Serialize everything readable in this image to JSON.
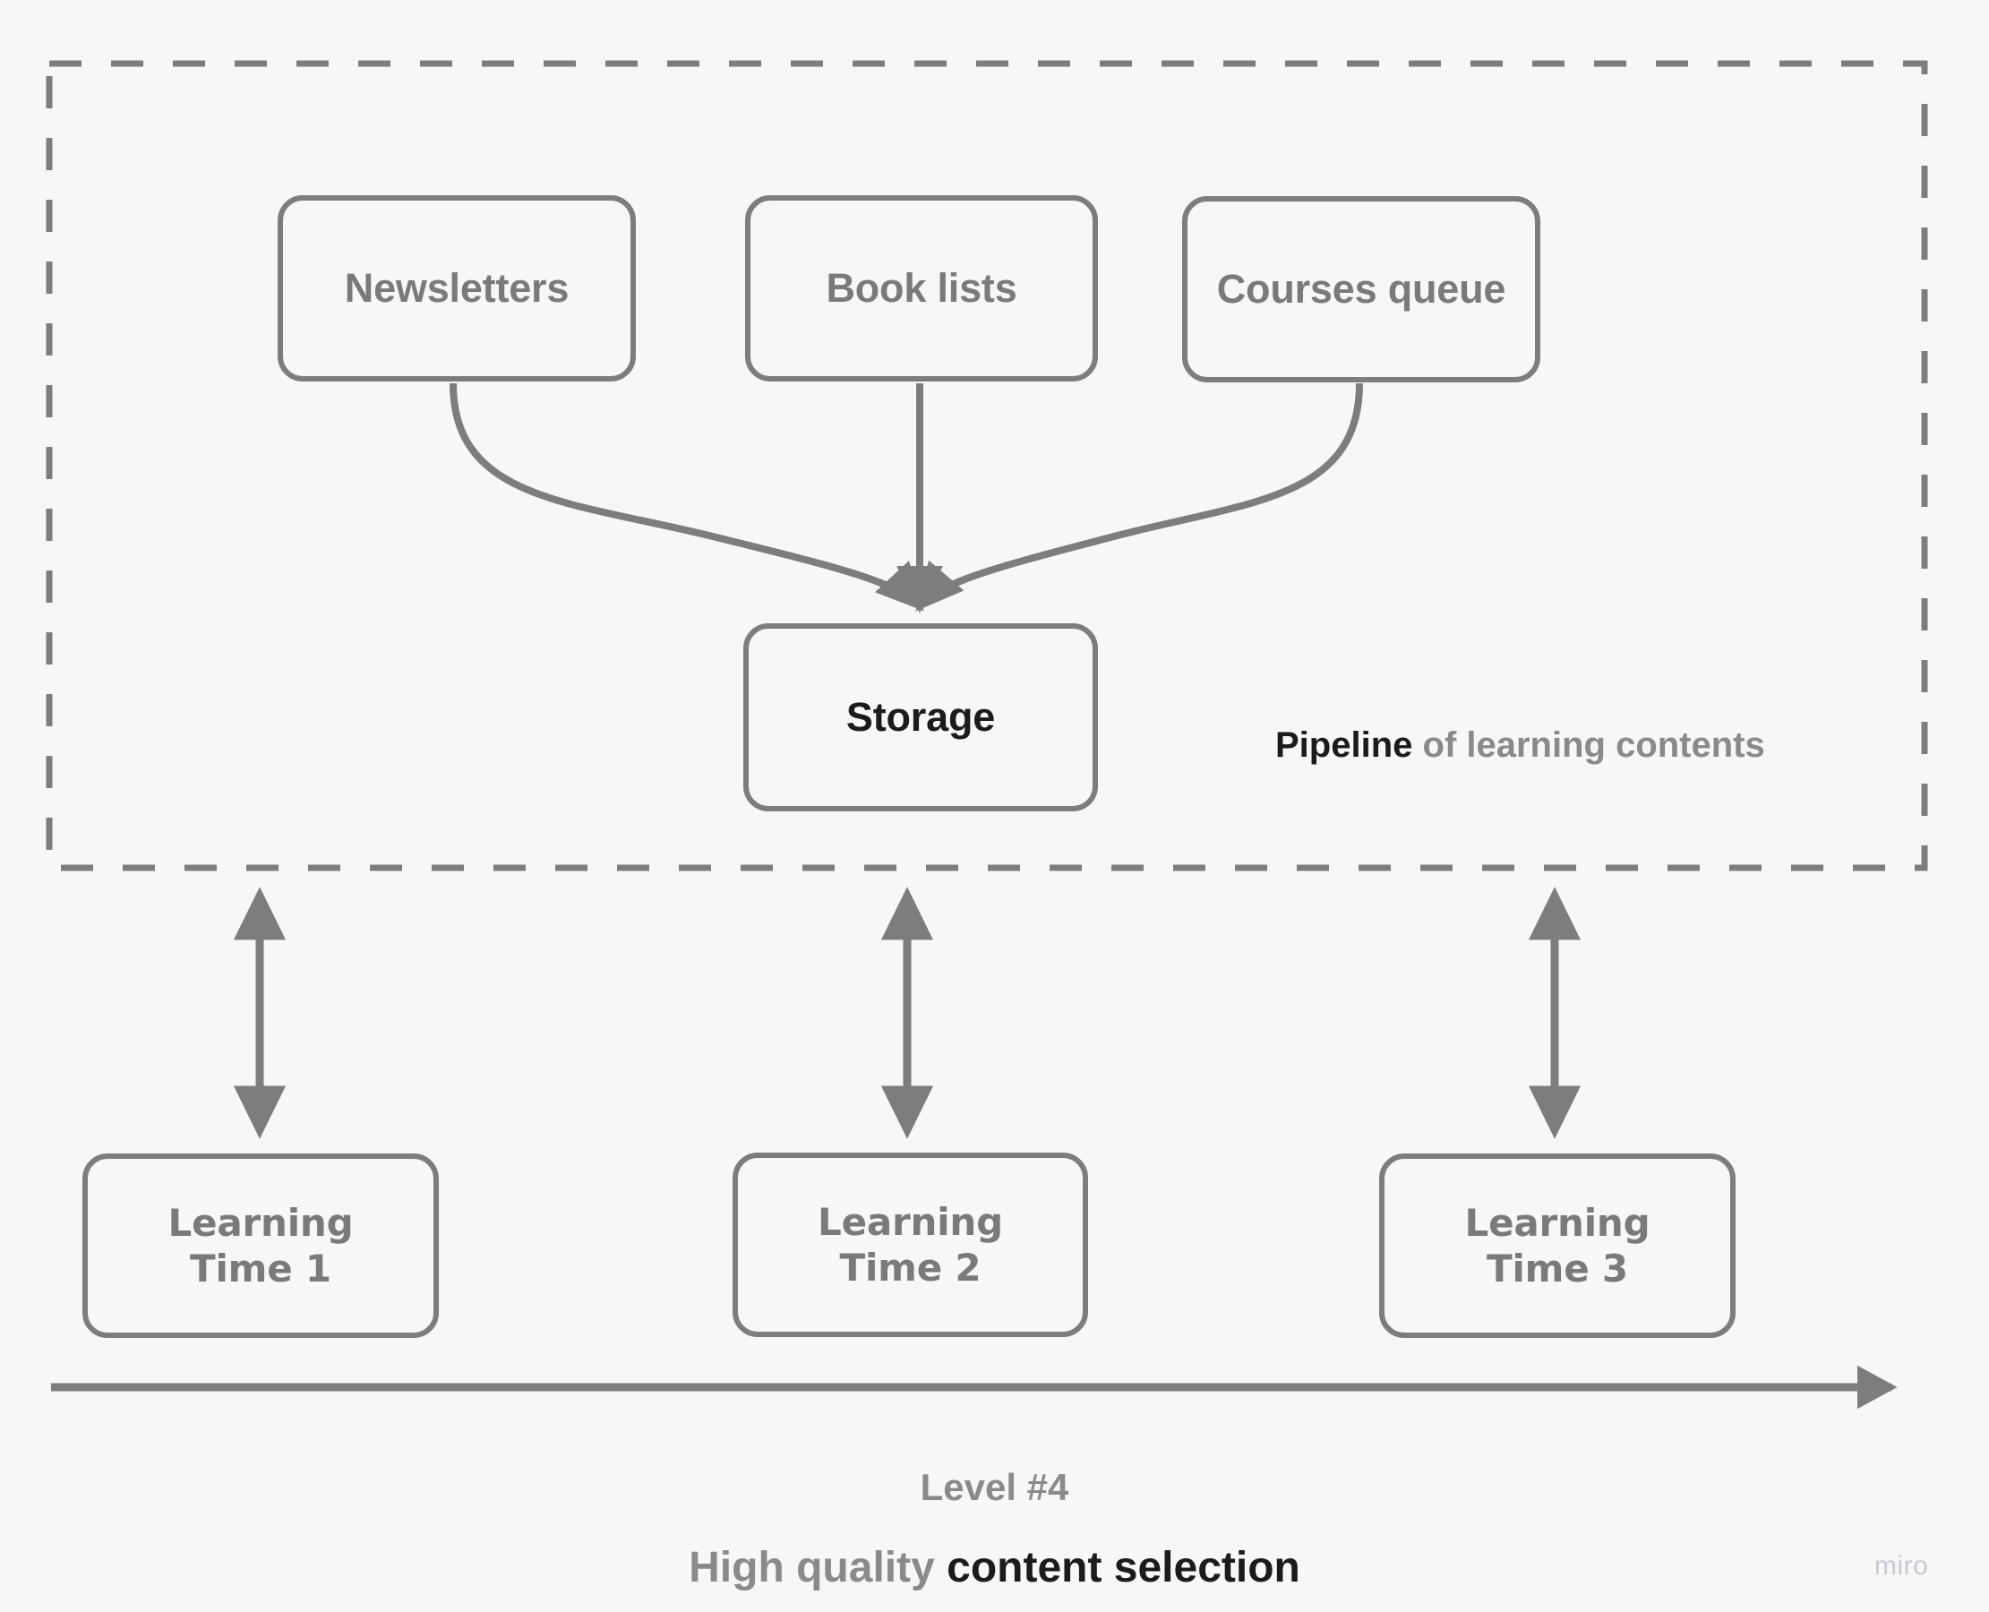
{
  "diagram": {
    "title_level": "Level #4",
    "title_main_soft": "High quality ",
    "title_main_strong": "content selection",
    "pipeline_label_strong": "Pipeline",
    "pipeline_label_soft": " of learning contents",
    "watermark": "miro",
    "colors": {
      "background": "#f7f7f7",
      "stroke": "#7d7d7d",
      "label_gray": "#7a7a7a",
      "label_dark": "#1b1b1b",
      "watermark": "#c9c9d4"
    }
  },
  "group": {
    "name": "pipeline-group",
    "border_style": "dashed",
    "nodes": [
      {
        "id": "newsletters",
        "label": "Newsletters",
        "emphasis": "gray"
      },
      {
        "id": "booklists",
        "label": "Book lists",
        "emphasis": "gray"
      },
      {
        "id": "coursesqueue",
        "label": "Courses queue",
        "emphasis": "gray"
      },
      {
        "id": "storage",
        "label": "Storage",
        "emphasis": "dark"
      }
    ]
  },
  "learning_times": [
    {
      "id": "lt1",
      "line1": "Learning",
      "line2": "Time 1"
    },
    {
      "id": "lt2",
      "line1": "Learning",
      "line2": "Time 2"
    },
    {
      "id": "lt3",
      "line1": "Learning",
      "line2": "Time 3"
    }
  ],
  "connectors": [
    {
      "from": "newsletters",
      "to": "storage",
      "type": "curved-arrow",
      "direction": "one-way"
    },
    {
      "from": "booklists",
      "to": "storage",
      "type": "straight-arrow",
      "direction": "one-way"
    },
    {
      "from": "coursesqueue",
      "to": "storage",
      "type": "curved-arrow",
      "direction": "one-way"
    },
    {
      "from": "pipeline-group",
      "to": "lt1",
      "type": "straight-arrow",
      "direction": "two-way"
    },
    {
      "from": "pipeline-group",
      "to": "lt2",
      "type": "straight-arrow",
      "direction": "two-way"
    },
    {
      "from": "pipeline-group",
      "to": "lt3",
      "type": "straight-arrow",
      "direction": "two-way"
    }
  ],
  "timeline": {
    "name": "timeline-axis",
    "direction": "left-to-right"
  }
}
